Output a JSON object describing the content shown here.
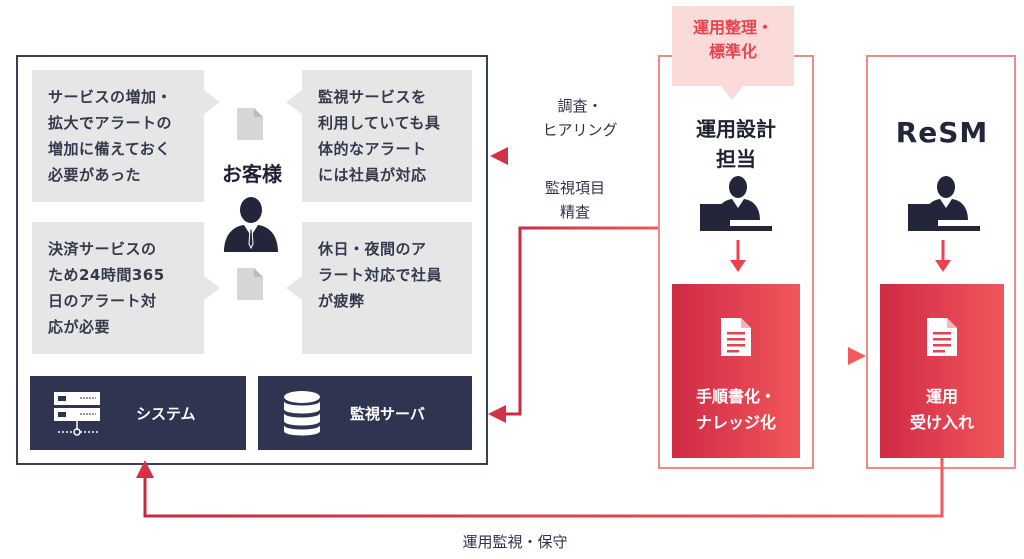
{
  "customer": {
    "title": "お客様",
    "bubbles": {
      "top_left": [
        "サービスの増加・",
        "拡大でアラートの",
        "増加に備えておく",
        "必要があった"
      ],
      "top_right": [
        "監視サービスを",
        "利用していても具",
        "体的なアラート",
        "には社員が対応"
      ],
      "bottom_left": [
        "決済サービスの",
        "ため24時間365",
        "日のアラート対",
        "応が必要"
      ],
      "bottom_right": [
        "休日・夜間のア",
        "ラート対応で社員",
        "が疲弊"
      ]
    },
    "system_label": "システム",
    "server_label": "監視サーバ"
  },
  "arrows": {
    "survey_label": [
      "調査・",
      "ヒアリング"
    ],
    "review_label": [
      "監視項目",
      "精査"
    ],
    "bottom_label": "運用監視・保守"
  },
  "designer": {
    "tag": [
      "運用整理・",
      "標準化"
    ],
    "title": [
      "運用設計",
      "担当"
    ],
    "card": [
      "手順書化・",
      "ナレッジ化"
    ]
  },
  "resm": {
    "logo": "ReSM",
    "card": [
      "運用",
      "受け入れ"
    ]
  },
  "colors": {
    "accent_red": "#e8434f",
    "dark_navy": "#2f3450",
    "bubble_gray": "#e6e6e6"
  }
}
